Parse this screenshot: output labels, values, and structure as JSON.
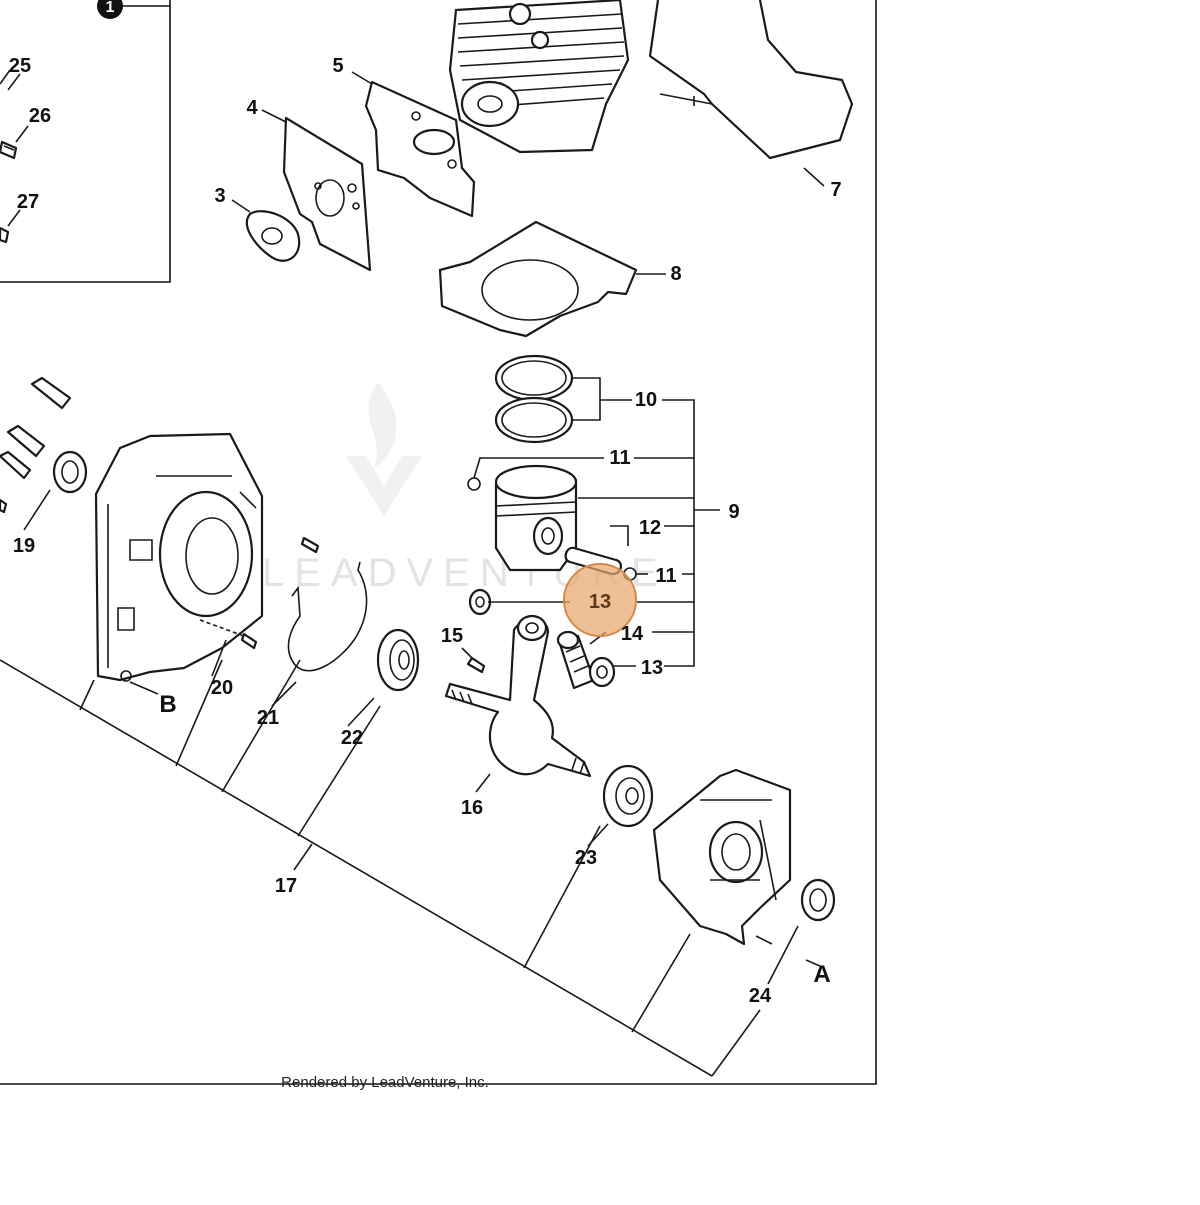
{
  "diagram": {
    "callouts": {
      "c1": "1",
      "c3": "3",
      "c4": "4",
      "c5": "5",
      "c7": "7",
      "c8": "8",
      "c9": "9",
      "c10": "10",
      "c11a": "11",
      "c11b": "11",
      "c12": "12",
      "c13a": "13",
      "c13b": "13",
      "c14": "14",
      "c15": "15",
      "c16": "16",
      "c17": "17",
      "c19": "19",
      "c20": "20",
      "c21": "21",
      "c22": "22",
      "c23": "23",
      "c24": "24",
      "c25": "25",
      "c26": "26",
      "c27": "27",
      "cA": "A",
      "cB": "B"
    },
    "highlighted_callout": "13",
    "highlight_color": "#e8a56a",
    "watermark": "LEADVENTURE",
    "credit": "Rendered by LeadVenture, Inc."
  }
}
